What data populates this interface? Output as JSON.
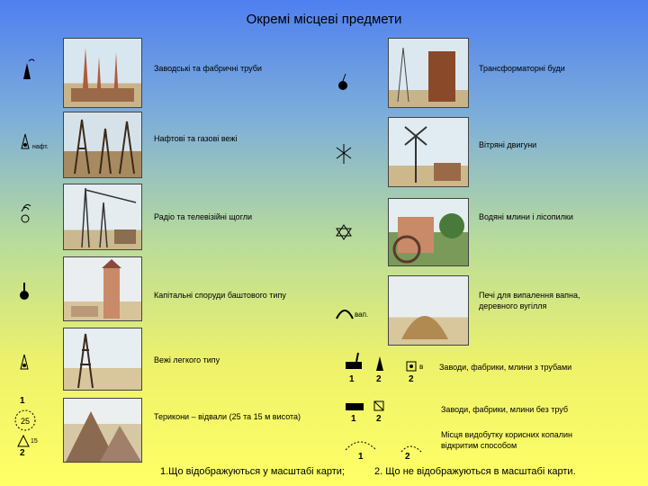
{
  "title": "Окремі місцеві предмети",
  "left_items": [
    {
      "label": "Заводські та фабричні труби"
    },
    {
      "label": "Нафтові та газові вежі"
    },
    {
      "label": "Радіо та телевізійні щогли"
    },
    {
      "label": "Капітальні споруди баштового типу"
    },
    {
      "label": "Вежі легкого типу"
    },
    {
      "label": "Терикони – відвали (25 та 15 м висота)"
    }
  ],
  "right_items": [
    {
      "label": "Трансформаторні буди"
    },
    {
      "label": "Вітряні двигуни"
    },
    {
      "label": "Водяні млини і лісопилки"
    },
    {
      "label": "Печі для випалення вапна, деревного вугілля"
    },
    {
      "label": "Заводи, фабрики, млини з трубами"
    },
    {
      "label": "Заводи, фабрики, млини без труб"
    },
    {
      "label": "Місця видобутку корисних копалин відкритим способом"
    }
  ],
  "symbol_text": {
    "terikon_1": "1",
    "terikon_25": "25",
    "terikon_15": "15",
    "terikon_2": "2",
    "kiln_abbr": "вап.",
    "factory_1a": "1",
    "factory_2a": "2",
    "factory_2b": "2",
    "factory_1b": "1",
    "factory_2c": "2",
    "factory_sm": "в",
    "mine_1": "1",
    "mine_2": "2"
  },
  "footer": {
    "item1": "1.Що відображуються у масштабі карти;",
    "item2": "2. Що не відображуються в масштабі карти."
  },
  "colors": {
    "sky_top": "#4f7ff0",
    "sky_bottom": "#ffff66",
    "photo_sky": "#cfe3f2",
    "ground": "#c9b48a"
  }
}
